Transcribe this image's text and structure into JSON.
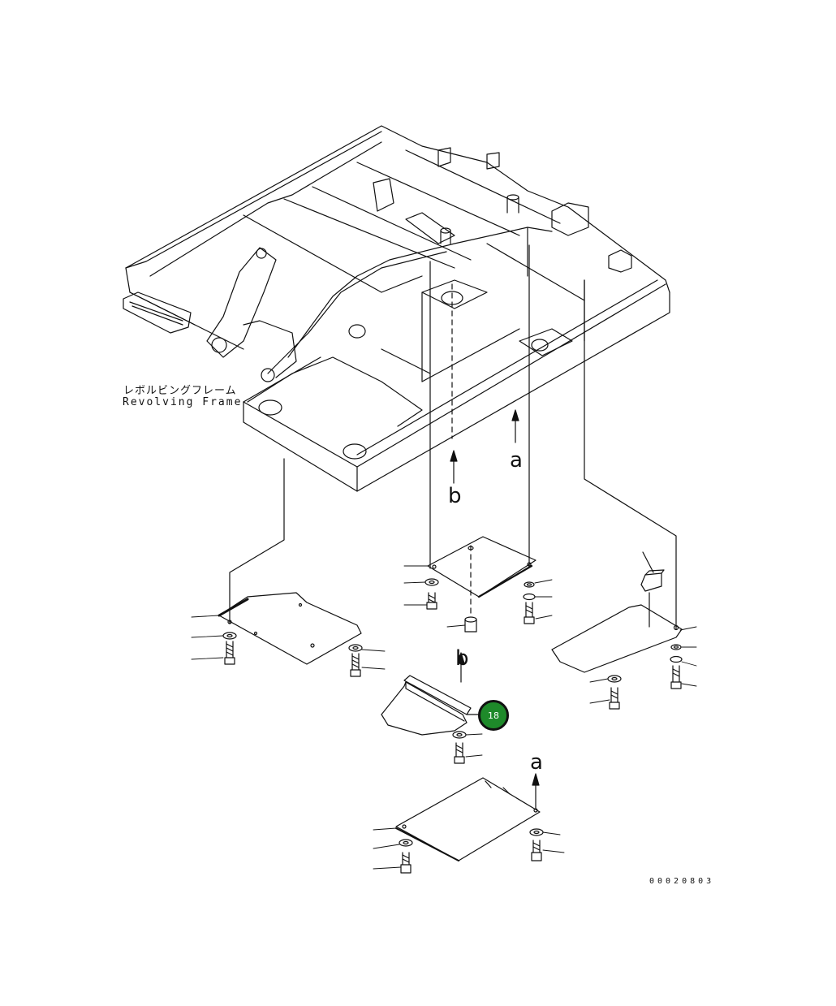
{
  "labels": {
    "frame_jp": "レボルビングフレーム",
    "frame_en": "Revolving Frame",
    "arrow_a": "a",
    "arrow_b": "b",
    "arrow_b2": "b",
    "arrow_a2": "a",
    "drawing_number": "00020803"
  },
  "callout": {
    "number": "18",
    "color": "#1e8a2a"
  }
}
